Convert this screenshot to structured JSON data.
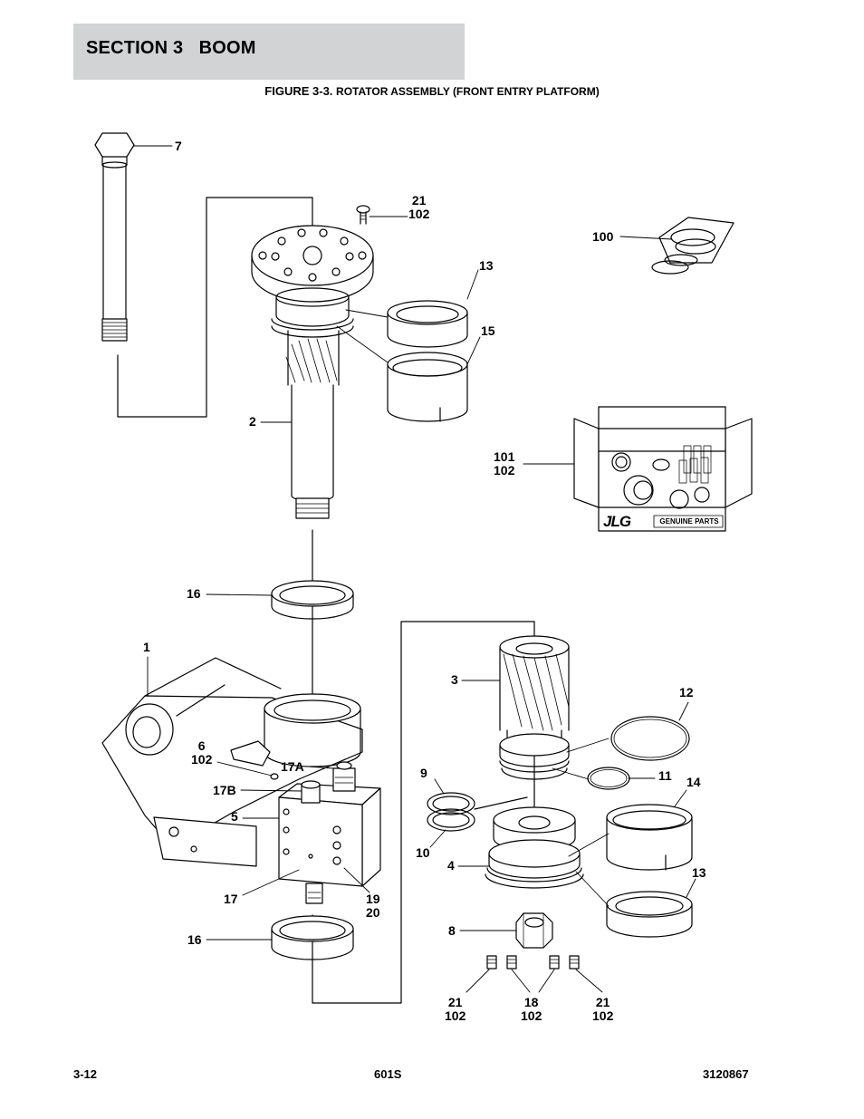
{
  "header": {
    "section_title": "SECTION 3   BOOM",
    "figure_number": "FIGURE 3-3.",
    "figure_title": "ROTATOR ASSEMBLY (FRONT ENTRY PLATFORM)"
  },
  "kit_box": {
    "brand": "JLG",
    "label": "GENUINE PARTS"
  },
  "callouts": {
    "c7": "7",
    "c21_102_top": "21\n102",
    "c100": "100",
    "c13_top": "13",
    "c15": "15",
    "c2": "2",
    "c101_102": "101\n102",
    "c16_top": "16",
    "c1": "1",
    "c3": "3",
    "c12": "12",
    "c6_102": "6\n102",
    "c17a": "17A",
    "c17b": "17B",
    "c9": "9",
    "c11": "11",
    "c14": "14",
    "c5": "5",
    "c10": "10",
    "c4": "4",
    "c13_bottom": "13",
    "c17": "17",
    "c19_20": "19\n20",
    "c8": "8",
    "c16_bottom": "16",
    "c21_102_left": "21\n102",
    "c18_102": "18\n102",
    "c21_102_right": "21\n102"
  },
  "footer": {
    "page_number": "3-12",
    "model": "601S",
    "doc_number": "3120867"
  }
}
